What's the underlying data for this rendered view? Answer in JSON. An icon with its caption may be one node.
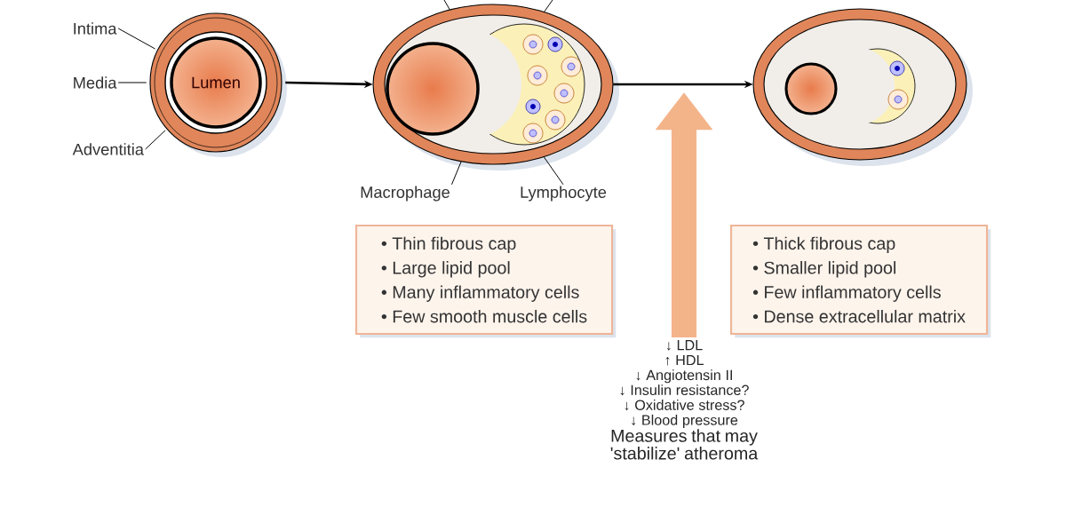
{
  "diagram": {
    "nodes": [
      {
        "text": [
          "Lumen"
        ]
      },
      {
        "text": [
          "Intima"
        ]
      },
      {
        "text": [
          "Media"
        ]
      },
      {
        "text": [
          "Adventitia"
        ]
      },
      {
        "text": [],
        "shape": "picture"
      },
      {
        "text": [
          "Macrophage"
        ]
      },
      {
        "text": [
          "Lymphocyte"
        ]
      },
      {
        "text": [],
        "shape": "picture"
      },
      {
        "text": [
          "• Thin fibrous cap",
          "• Large lipid pool",
          "• Many inflammatory cells",
          "• Few smooth muscle cells"
        ]
      },
      {
        "text": [
          "• Thick fibrous cap",
          "• Smaller lipid pool",
          "• Few inflammatory cells",
          "• Dense extracellular matrix"
        ]
      },
      {
        "text": [
          "↓ LDL",
          "↑ HDL",
          "↓ Angiotensin II",
          "↓ Insulin resistance?",
          "↓ Oxidative stress?",
          "↓ Blood pressure",
          "Measures that may 'stabilize' atheroma"
        ]
      }
    ],
    "edges": [
      {
        "from": 1,
        "to": 0,
        "arrow": "none"
      },
      {
        "from": 2,
        "to": 0,
        "arrow": "none"
      },
      {
        "from": 3,
        "to": 0,
        "arrow": "none"
      },
      {
        "from": 0,
        "to": 4,
        "arrow": "to"
      },
      {
        "from": null,
        "to": 4,
        "arrow": "none"
      },
      {
        "from": null,
        "to": 4,
        "arrow": "none"
      },
      {
        "from": 5,
        "to": 4,
        "arrow": "none"
      },
      {
        "from": 6,
        "to": 4,
        "arrow": "none"
      },
      {
        "from": 4,
        "to": 7,
        "arrow": "to"
      },
      {
        "from": 10,
        "to": null,
        "arrow": "to",
        "style": "thick",
        "color": "#f4b48a"
      }
    ]
  }
}
